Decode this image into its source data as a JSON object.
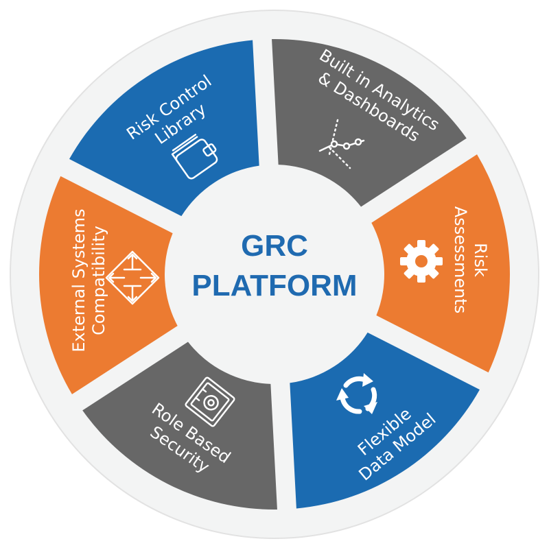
{
  "center": {
    "line1": "GRC",
    "line2": "PLATFORM",
    "color": "#1f6ab0"
  },
  "colors": {
    "blue": "#1b6bb1",
    "gray": "#676767",
    "orange": "#ec7b31",
    "ring": "#f3f4f4",
    "ring_border": "#e2e2e2"
  },
  "segments": [
    {
      "id": "analytics",
      "lines": [
        "Built in Analytics",
        "& Dashboards"
      ],
      "color_key": "gray",
      "icon": "line-chart-icon"
    },
    {
      "id": "risk-assessments",
      "lines": [
        "Risk",
        "Assessments"
      ],
      "color_key": "orange",
      "icon": "gear-icon"
    },
    {
      "id": "flexible-data-model",
      "lines": [
        "Flexible",
        "Data Model"
      ],
      "color_key": "blue",
      "icon": "refresh-cycle-icon"
    },
    {
      "id": "role-based-security",
      "lines": [
        "Role Based",
        "Security"
      ],
      "color_key": "gray",
      "icon": "safe-vault-icon"
    },
    {
      "id": "external-systems",
      "lines": [
        "External Systems",
        "Compatibility"
      ],
      "color_key": "orange",
      "icon": "four-way-arrows-icon"
    },
    {
      "id": "risk-control-library",
      "lines": [
        "Risk Control",
        "Library"
      ],
      "color_key": "blue",
      "icon": "wallet-icon"
    }
  ]
}
